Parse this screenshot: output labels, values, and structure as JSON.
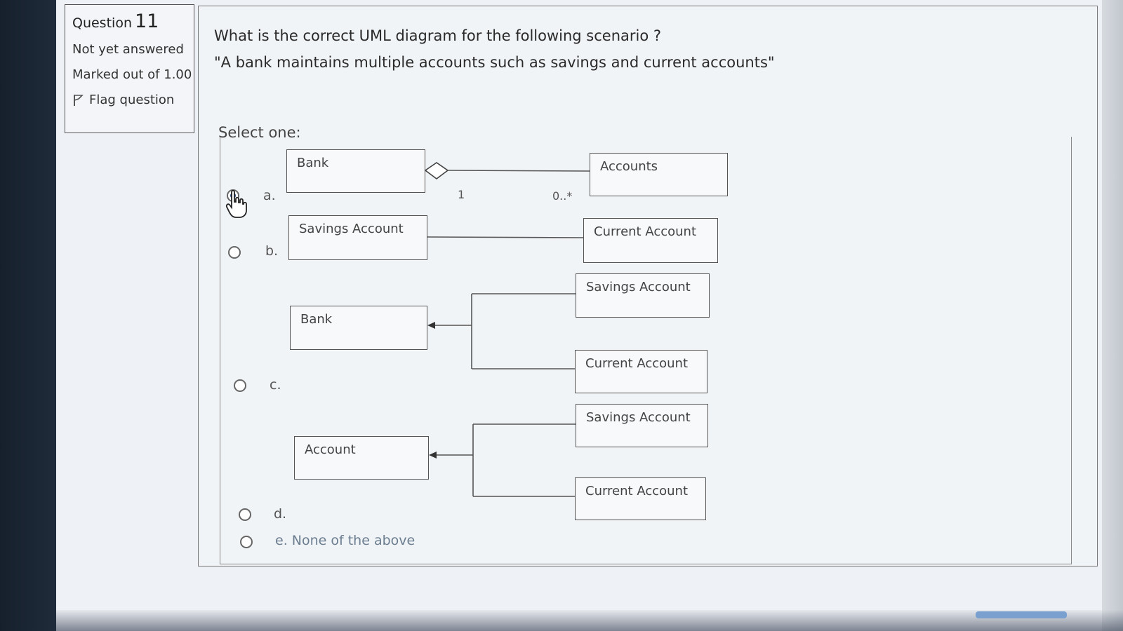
{
  "info": {
    "question_label": "Question",
    "question_number": "11",
    "status": "Not yet answered",
    "marked_out_of": "Marked out of 1.00",
    "flag_label": "Flag question"
  },
  "question": {
    "prompt": "What is the correct UML diagram for the following scenario ?",
    "scenario": "\"A bank maintains multiple accounts such as savings and current accounts\"",
    "select_one": "Select one:"
  },
  "options": [
    {
      "label": "a.",
      "selected": true
    },
    {
      "label": "b.",
      "selected": false
    },
    {
      "label": "c.",
      "selected": false
    },
    {
      "label": "d.",
      "selected": false
    },
    {
      "label": "e. None of the above",
      "selected": false
    }
  ],
  "diagrams": {
    "a": {
      "left_box": "Bank",
      "right_box": "Accounts",
      "left_mult": "1",
      "right_mult": "0..*"
    },
    "b": {
      "left_box": "Savings Account",
      "right_box": "Current Account"
    },
    "c": {
      "parent": "Bank",
      "child_top": "Savings Account",
      "child_bottom": "Current Account"
    },
    "d": {
      "parent": "Account",
      "child_top": "Savings Account",
      "child_bottom": "Current Account"
    }
  },
  "colors": {
    "selected_radio": "#2d4f86",
    "border": "#555555",
    "scroll": "#7aa0cf"
  }
}
